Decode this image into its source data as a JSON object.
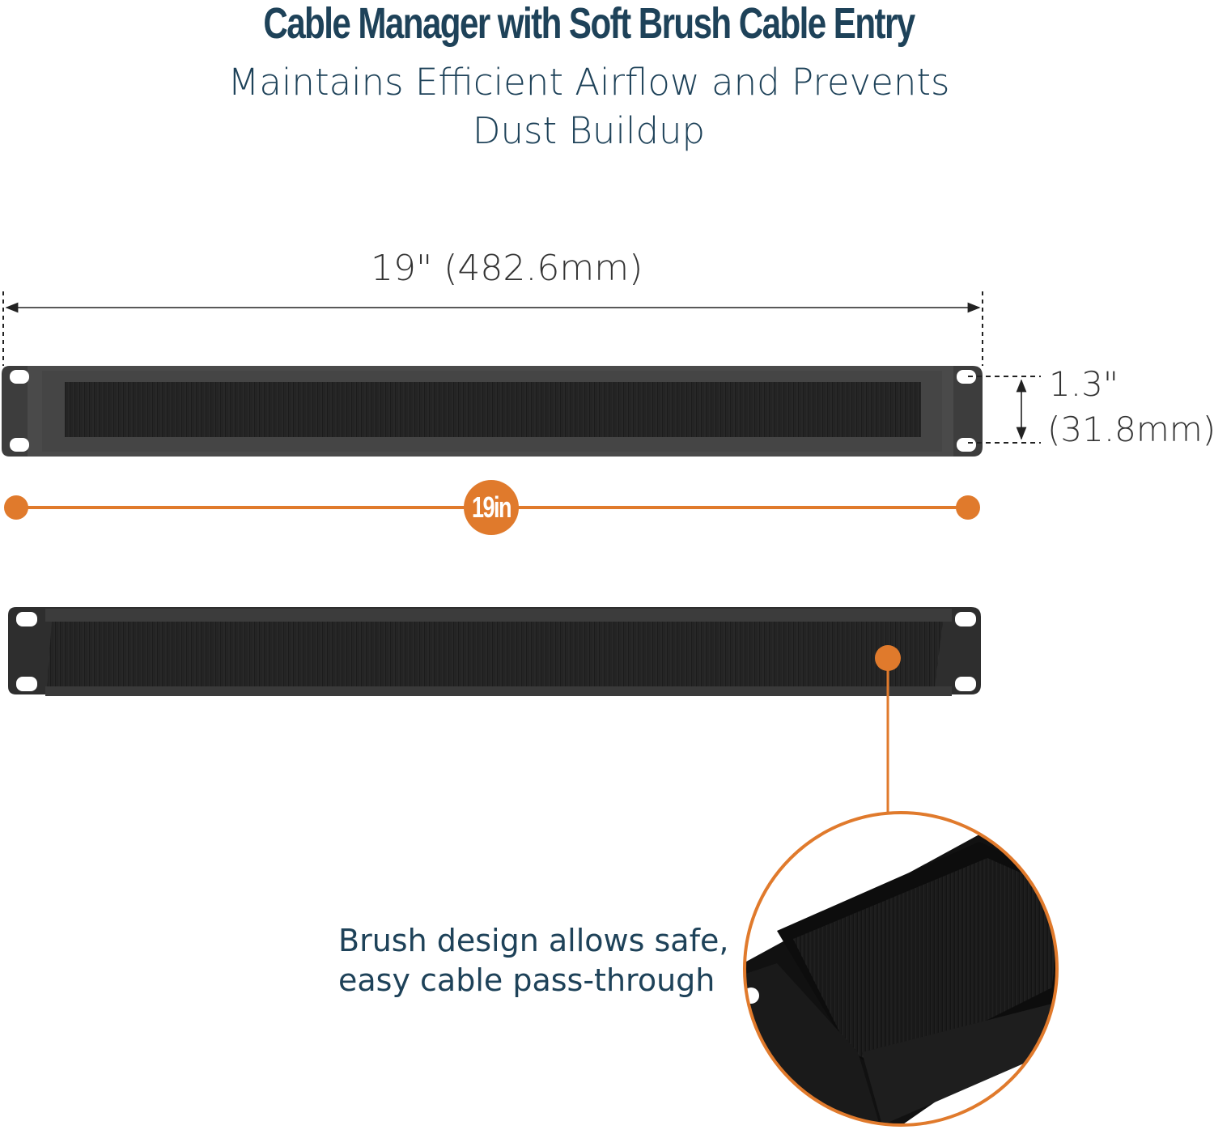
{
  "header": {
    "title": "Cable Manager with Soft Brush Cable Entry",
    "subtitle_line1": "Maintains Efficient Airflow and Prevents",
    "subtitle_line2": "Dust Buildup"
  },
  "dimensions": {
    "width_label": "19\" (482.6mm)",
    "height_label_line1": "1.3\"",
    "height_label_line2": "(31.8mm)",
    "badge_label": "19in"
  },
  "callout": {
    "line1": "Brush design allows safe,",
    "line2": "easy cable pass-through"
  },
  "colors": {
    "title": "#1e4259",
    "accent": "#e07a2c",
    "panel": "#2b2b2b",
    "brush": "#1a1a1a"
  }
}
